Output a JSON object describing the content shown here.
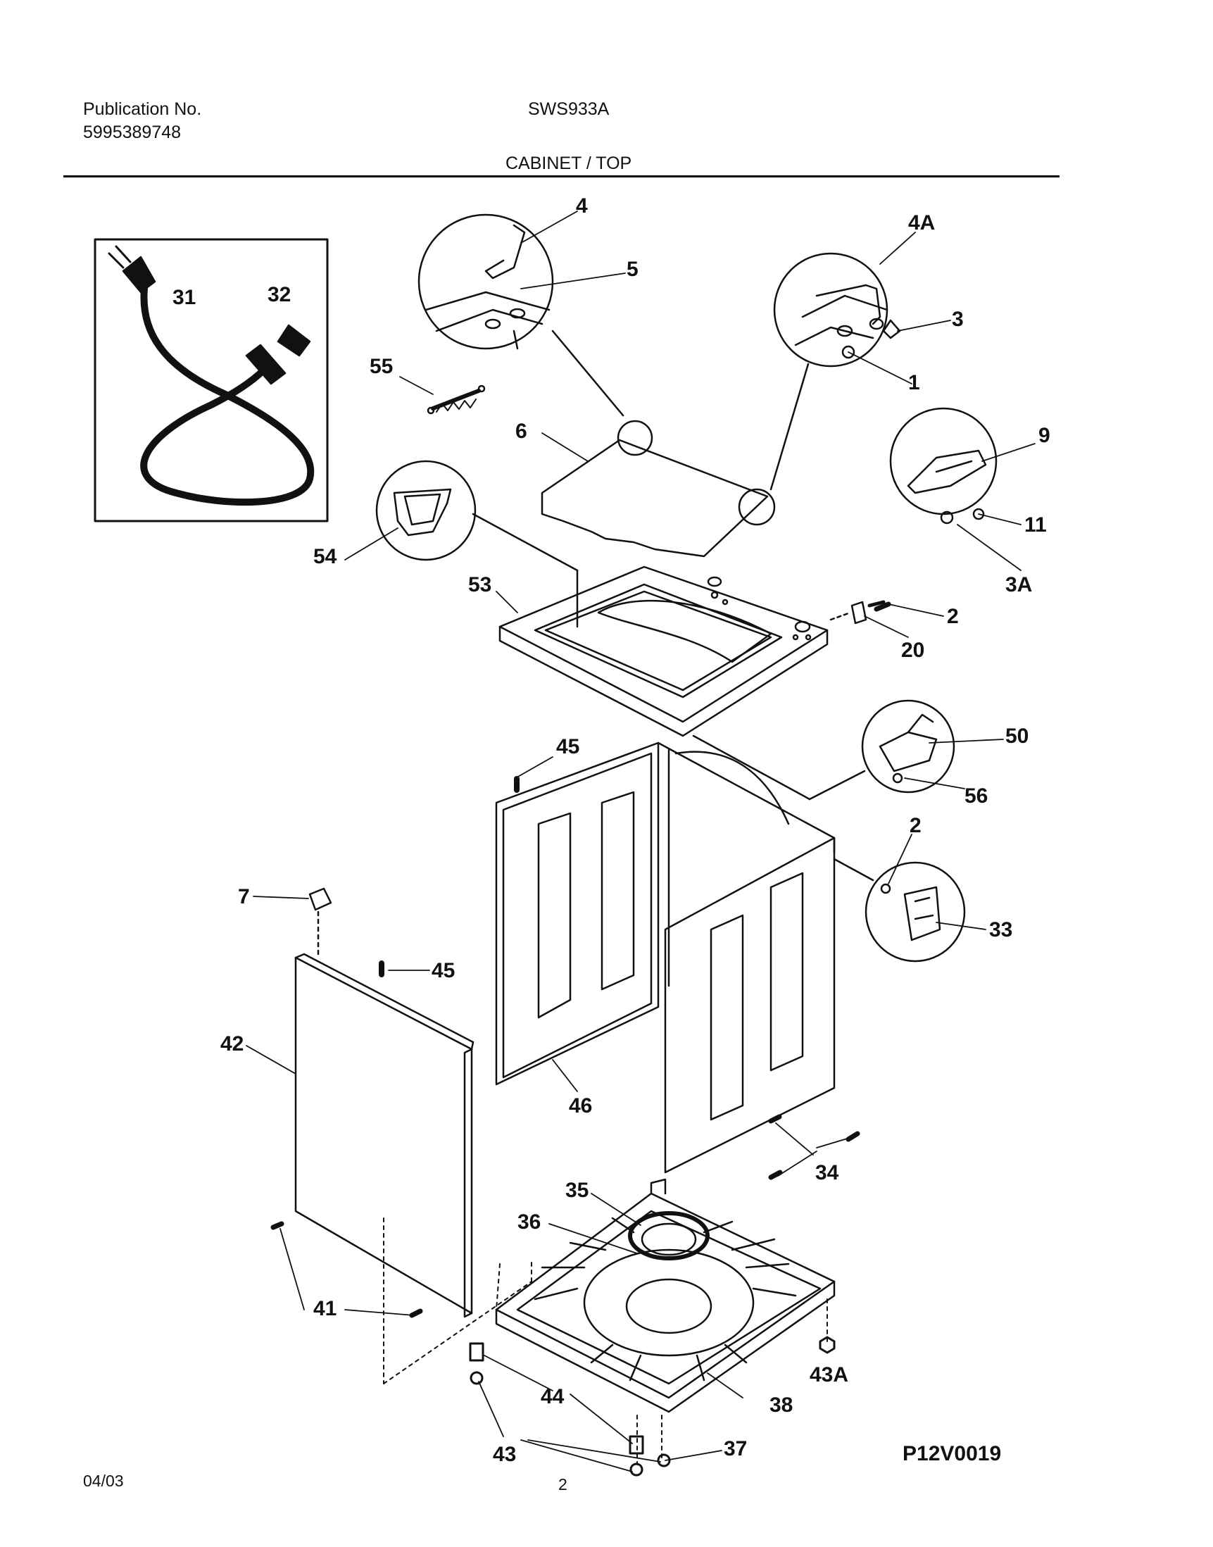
{
  "header": {
    "publication_label": "Publication No.",
    "publication_number": "5995389748",
    "model": "SWS933A",
    "section_title": "CABINET / TOP"
  },
  "footer": {
    "date": "04/03",
    "page": "2",
    "diagram_code": "P12V0019"
  },
  "callouts": [
    "4",
    "5",
    "4A",
    "3",
    "1",
    "31",
    "32",
    "55",
    "6",
    "9",
    "11",
    "3A",
    "54",
    "53",
    "2",
    "20",
    "50",
    "45",
    "56",
    "2",
    "33",
    "7",
    "45",
    "42",
    "46",
    "34",
    "35",
    "36",
    "41",
    "43A",
    "38",
    "44",
    "43",
    "37"
  ]
}
